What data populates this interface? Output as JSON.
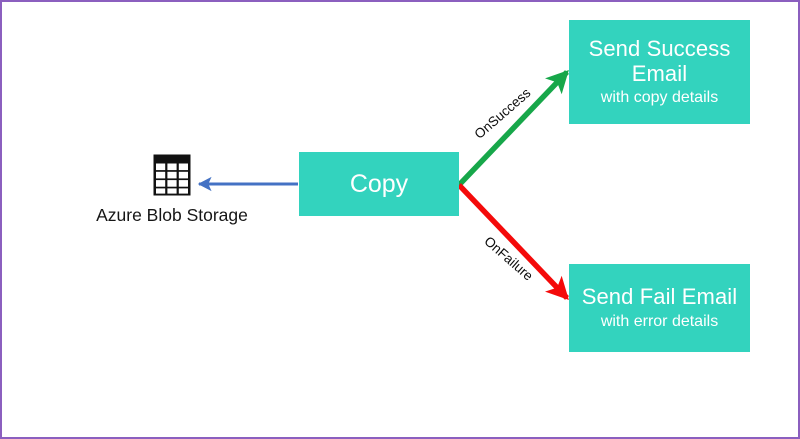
{
  "diagram": {
    "border_color": "#8B5FBF",
    "background": "#ffffff",
    "nodes": {
      "source": {
        "icon": "table-grid-icon",
        "label": "Azure Blob Storage"
      },
      "copy": {
        "label": "Copy",
        "color": "#33D3BE"
      },
      "success": {
        "title_line1": "Send Success",
        "title_line2": "Email",
        "subtitle": "with copy details",
        "color": "#33D3BE"
      },
      "fail": {
        "title_line1": "Send Fail Email",
        "subtitle": "with error details",
        "color": "#33D3BE"
      }
    },
    "edges": [
      {
        "name": "copy-to-blob",
        "label": "",
        "color": "#4472C4",
        "from": "copy",
        "to": "source"
      },
      {
        "name": "on-success",
        "label": "OnSuccess",
        "color": "#17A74A",
        "from": "copy",
        "to": "success"
      },
      {
        "name": "on-failure",
        "label": "OnFailure",
        "color": "#F40A0A",
        "from": "copy",
        "to": "fail"
      }
    ]
  }
}
